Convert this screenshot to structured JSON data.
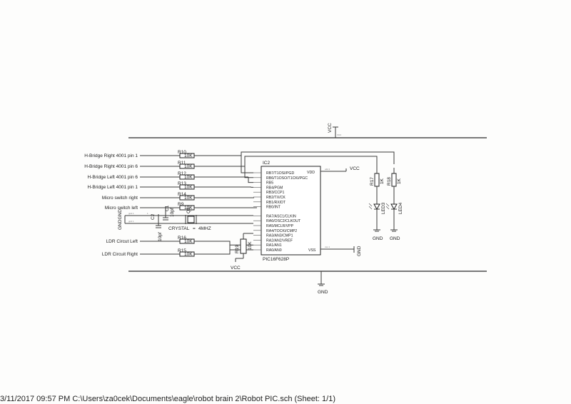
{
  "inputs": [
    {
      "label": "H-Bridge Right 4001 pin 1",
      "res": "R10",
      "val": "10K"
    },
    {
      "label": "H-Bridge Right 4001 pin 6",
      "res": "R11",
      "val": "10K"
    },
    {
      "label": "H-Bridge Left 4001 pin 6",
      "res": "R12",
      "val": "10K"
    },
    {
      "label": "H-Bridge Left 4001 pin 1",
      "res": "R13",
      "val": "10K"
    },
    {
      "label": "Micro switch right",
      "res": "R14",
      "val": "10K"
    },
    {
      "label": "Micro switch left",
      "res": "R9",
      "val": "10K"
    }
  ],
  "ldr": [
    {
      "label": "LDR Circut Left",
      "res": "R16",
      "val": "10K"
    },
    {
      "label": "LDR Circuit Right",
      "res": "R15",
      "val": "10K"
    }
  ],
  "ic": {
    "name": "IC2",
    "part": "PIC16F628P",
    "left_pins": [
      "RB7/T1OSI/PGD",
      "RB6/T1OSO/T1CKI/PGC",
      "RB5",
      "RB4/PGM",
      "RB3/CCP1",
      "RB2/TX/CK",
      "RB1/RX/DT",
      "RB0/INT",
      "RA7/ASC1/CLKIN",
      "RA6/OSC2/CLKOUT",
      "RA5/MCLR/VPP",
      "RA4/TOCKI/CMP2",
      "RA3/AN3/CMP1",
      "RA2/AN2/VREF",
      "RA1/AN1",
      "RA0/AN0"
    ],
    "vdd": "VDD",
    "vss": "VSS"
  },
  "crystal": {
    "ref": "Q1",
    "text": "CRYSTAL",
    "freq": "4MHZ"
  },
  "caps": [
    {
      "ref": "C1",
      "val": "10pf"
    },
    {
      "ref": "C2",
      "val": "10pf"
    }
  ],
  "vertical_labels": {
    "gndgnd": "GNDGND",
    "r19": "R19",
    "r19_val": "10K"
  },
  "leds": [
    {
      "res": "R17",
      "res_val": "1K",
      "led": "LED3"
    },
    {
      "res": "R18",
      "res_val": "1K",
      "led": "LED4"
    }
  ],
  "supply": {
    "vcc": "VCC",
    "gnd": "GND"
  },
  "footer": "3/11/2017 09:57 PM  C:\\Users\\za0cek\\Documents\\eagle\\robot brain 2\\Robot PIC.sch (Sheet: 1/1)"
}
